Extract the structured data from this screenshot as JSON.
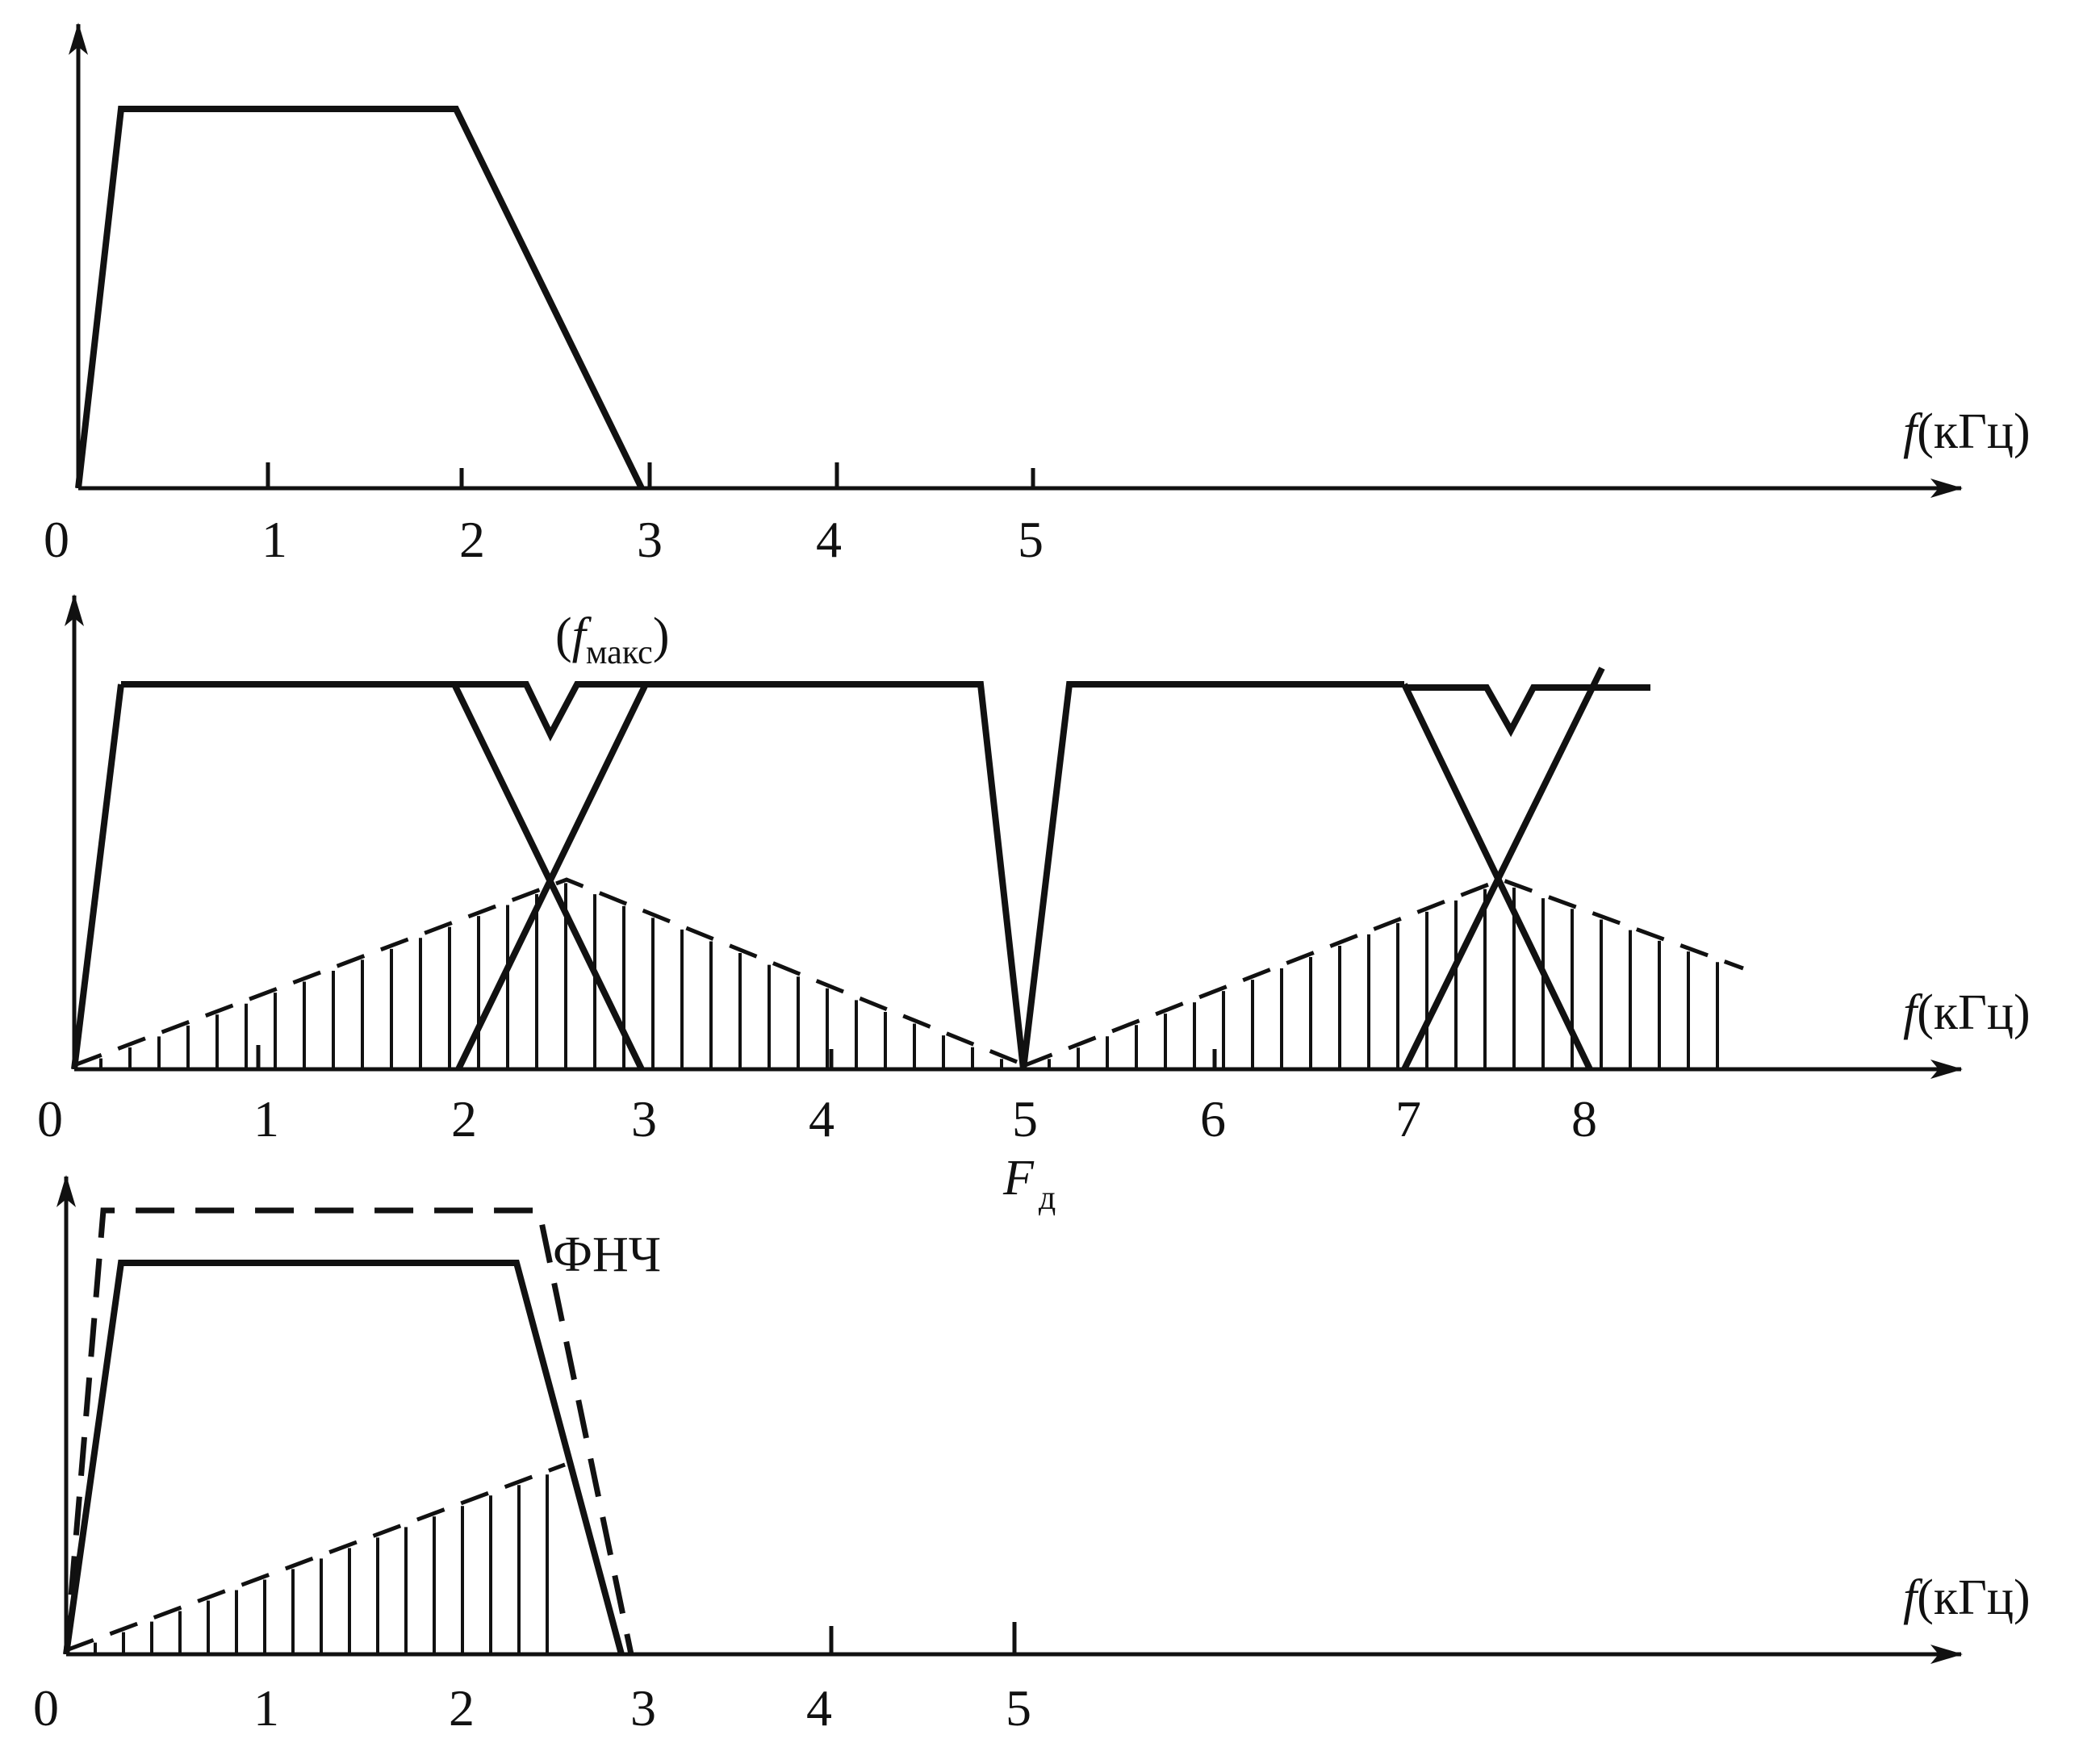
{
  "axis_label_unit": "(кГц)",
  "axis_label_symbol": "f",
  "colors": {
    "ink": "#111111",
    "background": "#ffffff"
  },
  "panels": [
    {
      "id": "top",
      "tick_labels": [
        "0",
        "1",
        "2",
        "3",
        "4",
        "5"
      ],
      "spectrum_khz": [
        [
          0,
          0
        ],
        [
          0.25,
          1
        ],
        [
          2,
          1
        ],
        [
          3,
          0
        ]
      ]
    },
    {
      "id": "middle",
      "tick_labels": [
        "0",
        "1",
        "2",
        "3",
        "4",
        "5",
        "6",
        "7",
        "8"
      ],
      "fmax_symbol": "f",
      "fmax_sub": "макс",
      "fmax_open": "(",
      "fmax_close": ")",
      "fs_symbol": "F",
      "fs_sub": "д"
    },
    {
      "id": "bottom",
      "tick_labels": [
        "0",
        "1",
        "2",
        "3",
        "4",
        "5"
      ],
      "lpf_label": "ФНЧ"
    }
  ]
}
